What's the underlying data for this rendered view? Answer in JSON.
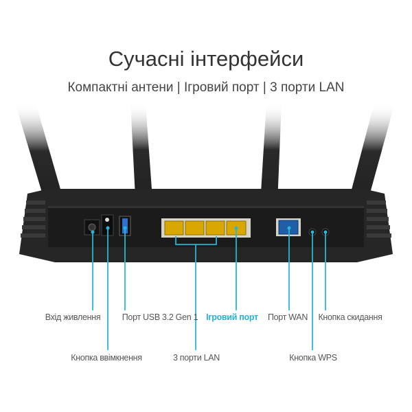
{
  "header": {
    "title": "Сучасні інтерфейси",
    "subtitle": "Компактні антени | Ігровий порт | 3 порти LAN"
  },
  "accent_color": "#29b6d6",
  "callouts": [
    {
      "label": "Вхід живлення",
      "highlight": false
    },
    {
      "label": "Кнопка ввімкнення",
      "highlight": false
    },
    {
      "label": "Порт USB 3.2 Gen 1",
      "highlight": false
    },
    {
      "label": "3 порти LAN",
      "highlight": false
    },
    {
      "label": "Ігровий порт",
      "highlight": true
    },
    {
      "label": "Порт WAN",
      "highlight": false
    },
    {
      "label": "Кнопка WPS",
      "highlight": false
    },
    {
      "label": "Кнопка скидання",
      "highlight": false
    }
  ]
}
